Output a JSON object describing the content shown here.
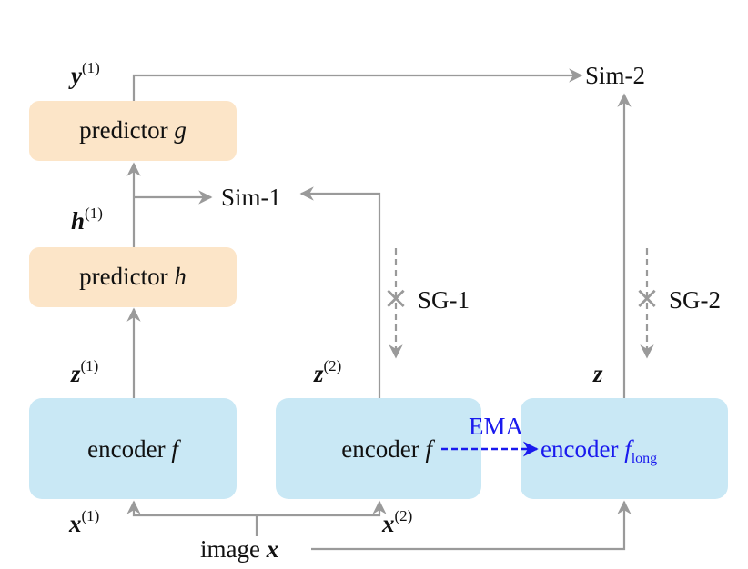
{
  "boxes": {
    "predictor_g": {
      "text": "predictor ",
      "var": "g",
      "color": "#fce5c8"
    },
    "predictor_h": {
      "text": "predictor ",
      "var": "h",
      "color": "#fce5c8"
    },
    "encoder_1": {
      "text": "encoder ",
      "var": "f",
      "color": "#c9e8f5"
    },
    "encoder_2": {
      "text": "encoder ",
      "var": "f",
      "color": "#c9e8f5"
    },
    "encoder_long": {
      "text": "encoder ",
      "var": "f",
      "sub": "long",
      "color": "#c9e8f5",
      "text_color": "#1a1aee"
    }
  },
  "variables": {
    "y1": {
      "base": "y",
      "sup": "(1)"
    },
    "h1": {
      "base": "h",
      "sup": "(1)"
    },
    "z1": {
      "base": "z",
      "sup": "(1)"
    },
    "z2": {
      "base": "z",
      "sup": "(2)"
    },
    "z": {
      "base": "z"
    },
    "x1": {
      "base": "x",
      "sup": "(1)"
    },
    "x2": {
      "base": "x",
      "sup": "(2)"
    }
  },
  "nodes": {
    "sim1": "Sim-1",
    "sim2": "Sim-2",
    "sg1": "SG-1",
    "sg2": "SG-2",
    "ema": "EMA",
    "image_text": "image ",
    "image_var": "x"
  },
  "stop_grad_symbol": "×",
  "colors": {
    "arrow": "#9a9a9a",
    "ema": "#1a1aee",
    "predictor_fill": "#fce5c8",
    "encoder_fill": "#c9e8f5"
  }
}
